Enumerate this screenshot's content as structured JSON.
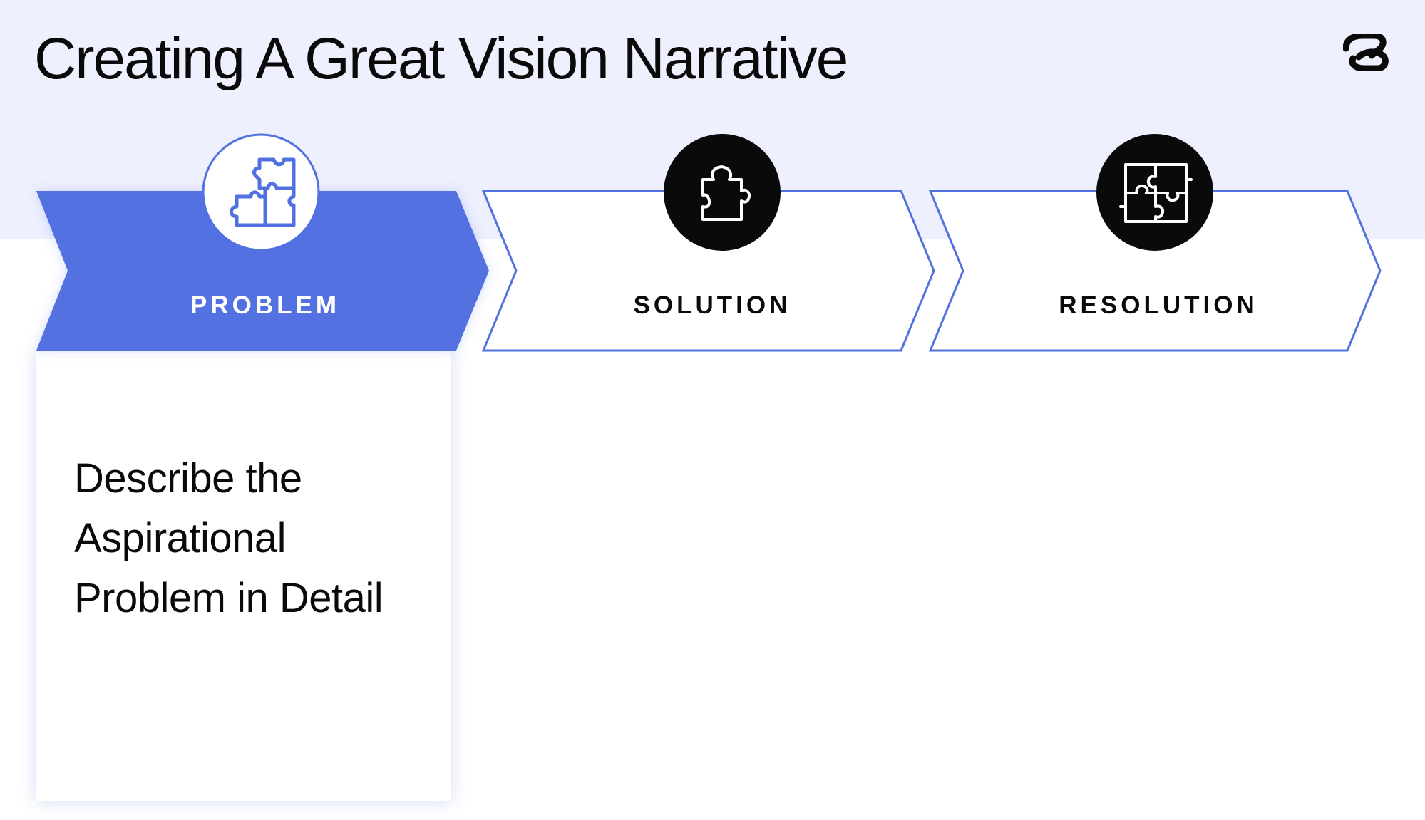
{
  "header": {
    "title": "Creating A Great Vision Narrative",
    "logo_icon": "brand-logo-icon"
  },
  "stages": [
    {
      "label": "PROBLEM",
      "icon": "puzzle-pieces-stacked-icon",
      "active": true
    },
    {
      "label": "SOLUTION",
      "icon": "puzzle-piece-icon",
      "active": false
    },
    {
      "label": "RESOLUTION",
      "icon": "puzzle-complete-icon",
      "active": false
    }
  ],
  "card": {
    "text": "Describe the Aspirational Problem in Detail"
  },
  "colors": {
    "accent": "#5271e0",
    "band": "#eef0fe",
    "circle_dark": "#0a0a0a",
    "text": "#0a0a0a"
  }
}
